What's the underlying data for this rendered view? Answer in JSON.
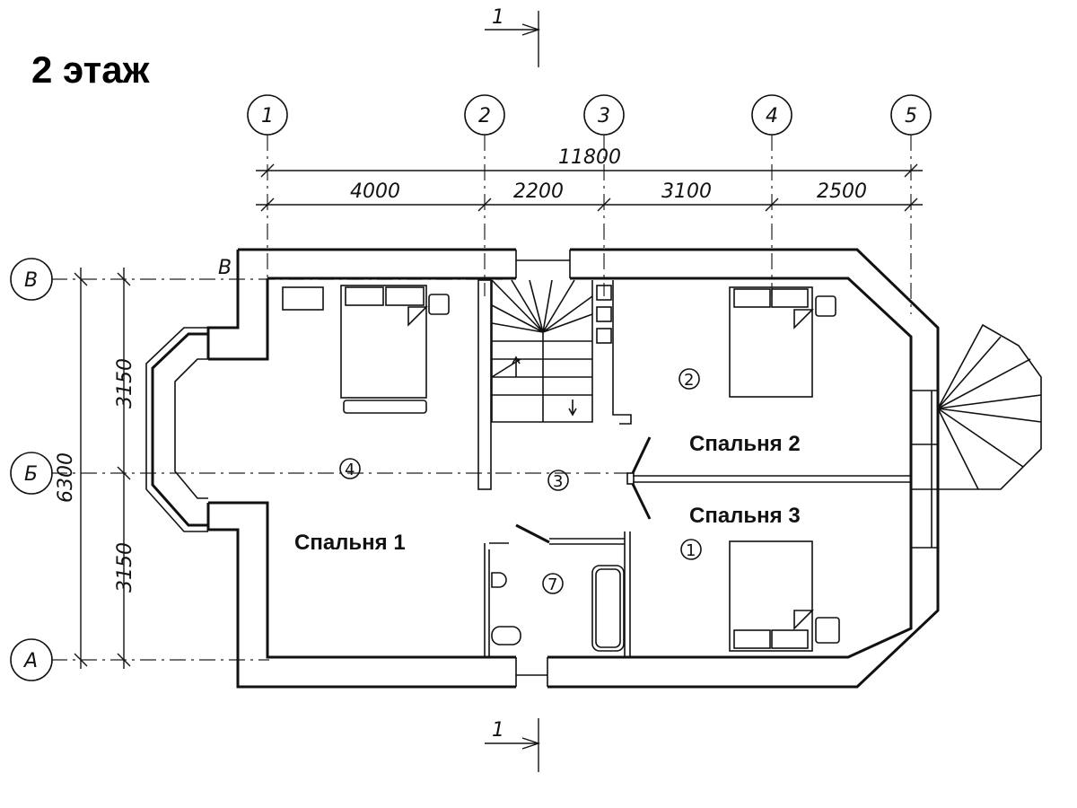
{
  "title": "2 этаж",
  "axes": {
    "columns": [
      "1",
      "2",
      "3",
      "4",
      "5"
    ],
    "rows": [
      "В",
      "Б",
      "А"
    ],
    "inner_row_label": "В"
  },
  "dimensions": {
    "overall_width": "11800",
    "spans": [
      "4000",
      "2200",
      "3100",
      "2500"
    ],
    "overall_depth": "6300",
    "depth_spans": [
      "3150",
      "3150"
    ]
  },
  "section_marks": {
    "top": "1",
    "bottom": "1"
  },
  "rooms": [
    {
      "label": "Спальня 1",
      "number": "4"
    },
    {
      "label": "Спальня 2",
      "number": "2"
    },
    {
      "label": "Спальня 3",
      "number": "1"
    },
    {
      "label": "",
      "number": "3"
    },
    {
      "label": "",
      "number": "7"
    }
  ]
}
